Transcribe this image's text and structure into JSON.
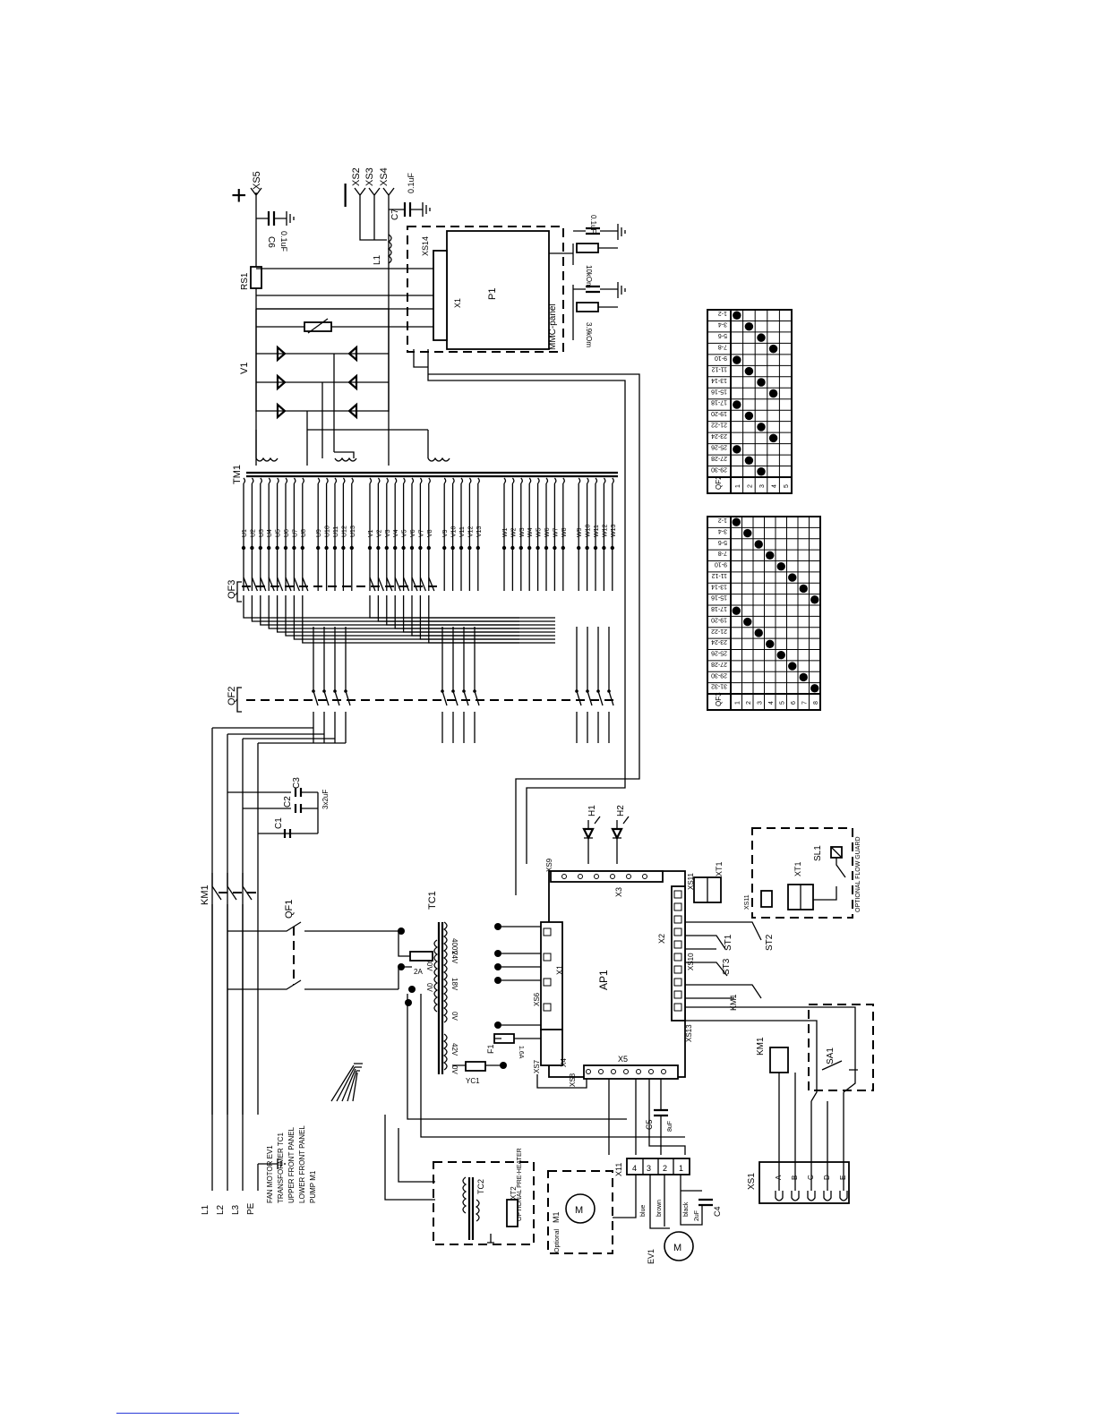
{
  "schematic": {
    "supply": {
      "phases": [
        "L1",
        "L2",
        "L3",
        "PE"
      ],
      "contactor": "KM1",
      "breaker_main": "QF1",
      "capacitors": [
        "C1",
        "C2",
        "C3"
      ],
      "capacitor_value": "3x2uF",
      "ground_notes": [
        "FAN MOTOR EV1",
        "TRANSFORMER TC1",
        "UPPER FRONT PANEL",
        "LOWER FRONT PANEL",
        "PUMP M1"
      ]
    },
    "switches": [
      "QF2",
      "QF3"
    ],
    "transformer": {
      "name": "TM1",
      "taps_u": [
        "U1",
        "U2",
        "U3",
        "U4",
        "U5",
        "U6",
        "U7",
        "U8",
        "U9",
        "U10",
        "U11",
        "U12",
        "U13"
      ],
      "taps_v": [
        "V1",
        "V2",
        "V3",
        "V4",
        "V5",
        "V6",
        "V7",
        "V8",
        "V9",
        "V10",
        "V11",
        "V12",
        "V13"
      ],
      "taps_w": [
        "W1",
        "W2",
        "W3",
        "W4",
        "W5",
        "W6",
        "W7",
        "W8",
        "W9",
        "W10",
        "W11",
        "W12",
        "W13"
      ]
    },
    "rectifier": {
      "bridge": "V1",
      "shunt": "RS1",
      "choke": "L1"
    },
    "output": {
      "pos_terminal": "XS5",
      "pos_sign": "+",
      "neg_terminals": [
        "XS2",
        "XS3",
        "XS4"
      ],
      "neg_sign": "|",
      "cap_c6": "C6",
      "cap_c6_value": "0.1uF",
      "cap_c7": "C7",
      "cap_c7_value": "0.1uF"
    },
    "panel": {
      "name": "P1",
      "label": "MMC-panel",
      "connector_top": "XS14",
      "connector_x1": "X1",
      "r1": "10kOm",
      "r2": "3.9kOm",
      "cap": "0.1uF"
    },
    "control": {
      "board": "AP1",
      "connectors": [
        "X1",
        "X2",
        "X3",
        "X4",
        "X5",
        "XS6",
        "XS7",
        "XS8",
        "XS9",
        "XS10",
        "XS11",
        "XS13"
      ],
      "transformer": "TC1",
      "tc1_taps": [
        "400V",
        "230V",
        "0V",
        "24V",
        "18V",
        "0V",
        "42V",
        "0V"
      ],
      "fuse_f1": "F1",
      "fuse_f1_value": "1.6A",
      "fuse_2a": "2A",
      "valve": "YC1",
      "indicators": [
        "H1",
        "H2"
      ],
      "thermal": [
        "ST1",
        "ST2",
        "ST3"
      ],
      "relay": "KM1",
      "cap_c5": "C5",
      "cap_c5_value": "8uF",
      "xt1": "XT1",
      "sl1": "SL1",
      "flow_guard": "OPTIONAL FLOW GUARD"
    },
    "cooling": {
      "heater_box": "OPTIONAL PRE-HEATER",
      "tc2": "TC2",
      "xt2": "XT2",
      "motor_m1": "M1",
      "fan_ev1": "EV1",
      "xt11": "X11",
      "cap_c4": "C4",
      "cap_c4_value": "2uF",
      "wire_blue": "blue",
      "wire_brown": "brown",
      "wire_black": "black",
      "option_label": "Optional"
    },
    "remote": {
      "socket": "XS1",
      "switch": "SA1",
      "relay": "KM1",
      "pins": [
        "A",
        "B",
        "C",
        "D",
        "E"
      ]
    },
    "tables": {
      "qf2_title": "QF2",
      "qf2_rows": [
        "1",
        "2",
        "3",
        "4",
        "5"
      ],
      "qf2_cols": [
        "1-2",
        "3-4",
        "5-6",
        "7-8",
        "9-10",
        "11-12",
        "13-14",
        "15-16",
        "17-18",
        "19-20",
        "21-22",
        "23-24",
        "25-26",
        "27-28",
        "29-30"
      ],
      "qf2_on": [
        [
          1,
          0
        ],
        [
          1,
          4
        ],
        [
          1,
          8
        ],
        [
          1,
          12
        ],
        [
          2,
          1
        ],
        [
          2,
          5
        ],
        [
          2,
          9
        ],
        [
          2,
          13
        ],
        [
          3,
          2
        ],
        [
          3,
          6
        ],
        [
          3,
          10
        ],
        [
          3,
          14
        ],
        [
          4,
          3
        ],
        [
          4,
          7
        ],
        [
          4,
          11
        ]
      ],
      "qf3_title": "QF3",
      "qf3_rows": [
        "1",
        "2",
        "3",
        "4",
        "5",
        "6",
        "7",
        "8"
      ],
      "qf3_cols": [
        "1-2",
        "3-4",
        "5-6",
        "7-8",
        "9-10",
        "11-12",
        "13-14",
        "15-16",
        "17-18",
        "19-20",
        "21-22",
        "23-24",
        "25-26",
        "27-28",
        "29-30",
        "31-32"
      ],
      "qf3_on": [
        [
          1,
          0
        ],
        [
          1,
          8
        ],
        [
          2,
          1
        ],
        [
          2,
          9
        ],
        [
          3,
          2
        ],
        [
          3,
          10
        ],
        [
          4,
          3
        ],
        [
          4,
          11
        ],
        [
          5,
          4
        ],
        [
          5,
          12
        ],
        [
          6,
          5
        ],
        [
          6,
          13
        ],
        [
          7,
          6
        ],
        [
          7,
          14
        ],
        [
          8,
          7
        ],
        [
          8,
          15
        ]
      ]
    }
  }
}
